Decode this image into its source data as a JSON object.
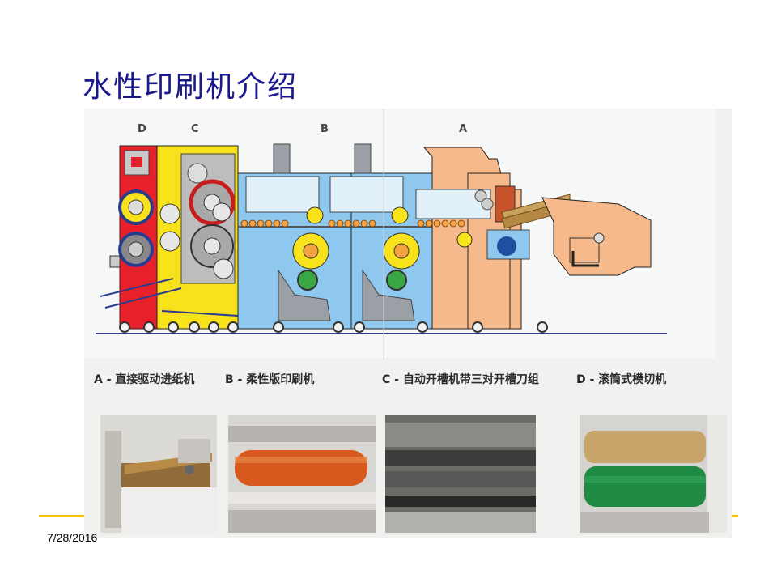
{
  "slide": {
    "title": "水性印刷机介绍",
    "date": "7/28/2016"
  },
  "diagram": {
    "section_letters": [
      "D",
      "C",
      "B",
      "A"
    ]
  },
  "captions": [
    "A - 直接驱动进纸机",
    "B - 柔性版印刷机",
    "C - 自动开槽机带三对开槽刀组",
    "D - 滚筒式模切机"
  ],
  "colors": {
    "title": "#1a1a8c",
    "accent_line": "#f1c40f",
    "section_d": "#e8202a",
    "section_c": "#f7e21b",
    "section_b": "#8ec8ee",
    "section_a": "#f6b98b"
  }
}
